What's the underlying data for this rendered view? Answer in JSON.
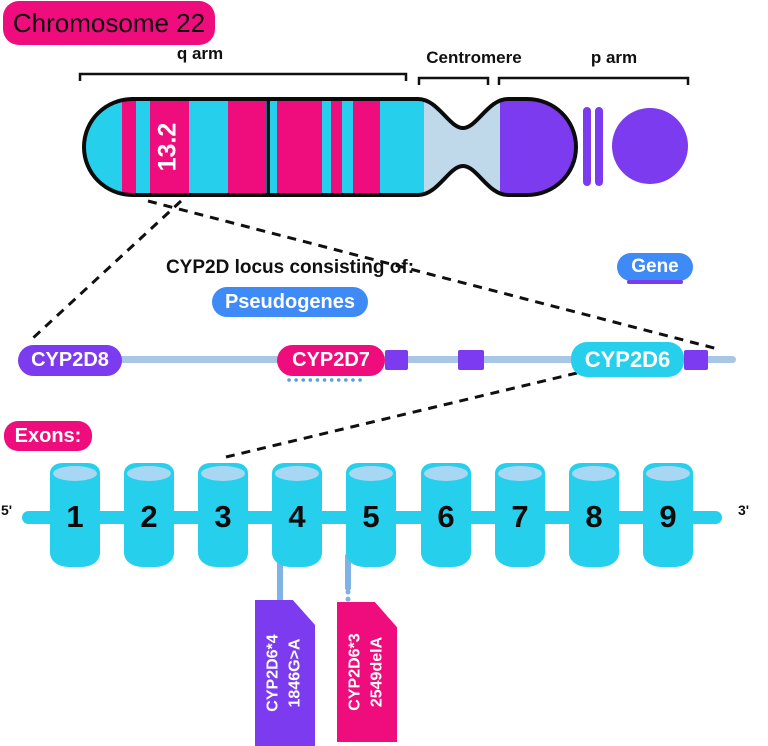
{
  "title": "Chromosome 22",
  "chromosome": {
    "q_arm_label": "q arm",
    "centromere_label": "Centromere",
    "p_arm_label": "p arm",
    "band_label": "13.2"
  },
  "locus": {
    "heading": "CYP2D locus consisting of:",
    "pseudogenes_badge": "Pseudogenes",
    "gene_badge": "Gene",
    "genes": [
      {
        "name": "CYP2D8",
        "type": "pseudogene",
        "color": "#7C3BEF"
      },
      {
        "name": "CYP2D7",
        "type": "pseudogene",
        "color": "#EF0D7E"
      },
      {
        "name": "CYP2D6",
        "type": "gene",
        "color": "#26D0ED"
      }
    ]
  },
  "exons": {
    "label": "Exons:",
    "five_prime": "5'",
    "three_prime": "3'",
    "numbers": [
      "1",
      "2",
      "3",
      "4",
      "5",
      "6",
      "7",
      "8",
      "9"
    ]
  },
  "variants": [
    {
      "allele": "CYP2D6*4",
      "change": "1846G>A",
      "attached_exon": "4",
      "color": "#7C3BEF"
    },
    {
      "allele": "CYP2D6*3",
      "change": "2549delA",
      "attached_exon": "5",
      "color": "#EF0D7E"
    }
  ],
  "colors": {
    "pink": "#EF0D7E",
    "cyan": "#26D0ED",
    "purple": "#7C3BEF",
    "blue_badge": "#3E8BF7",
    "pale_centromere": "#BFD8EA",
    "track_line": "#A9C6E4",
    "connector_blue": "#7FB2E5",
    "text_black": "#101010"
  }
}
